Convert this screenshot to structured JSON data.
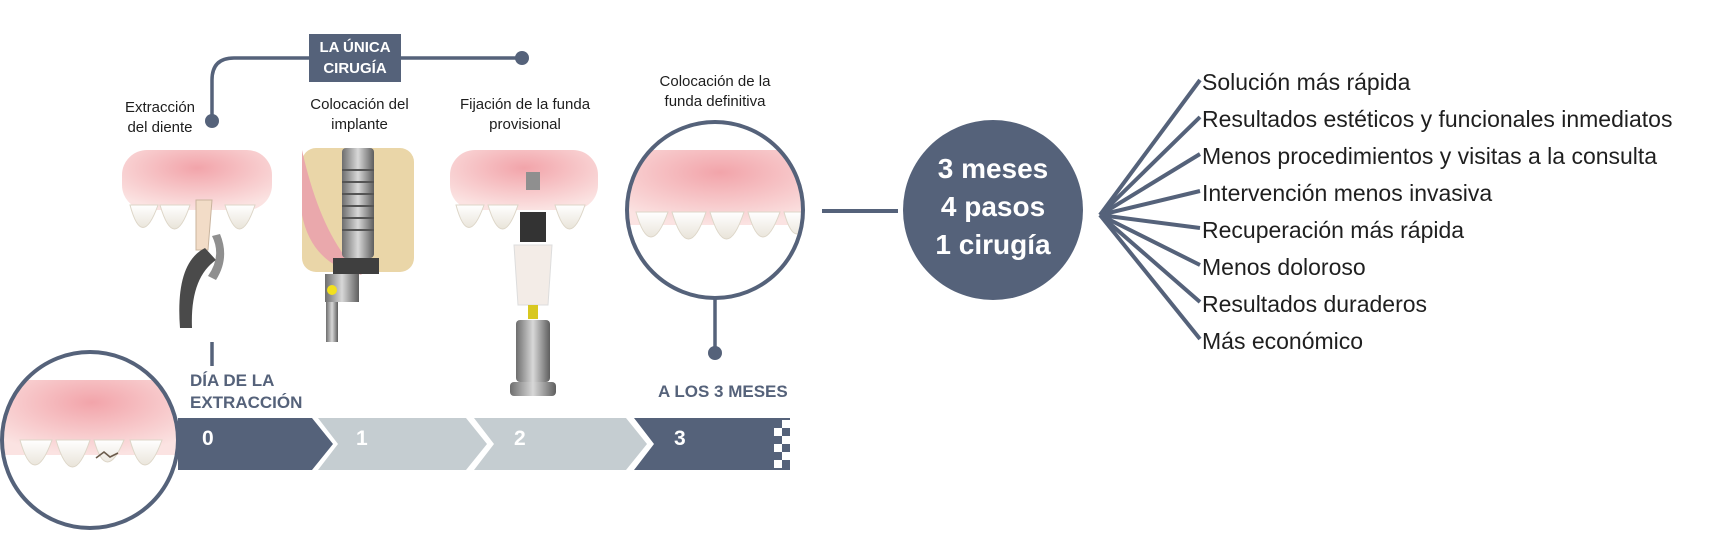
{
  "header": {
    "badge_line1": "LA ÚNICA",
    "badge_line2": "CIRUGÍA"
  },
  "steps": [
    {
      "label_line1": "Extracción",
      "label_line2": "del diente"
    },
    {
      "label_line1": "Colocación del",
      "label_line2": "implante"
    },
    {
      "label_line1": "Fijación de la funda",
      "label_line2": "provisional"
    },
    {
      "label_line1": "Colocación de la",
      "label_line2": "funda definitiva"
    }
  ],
  "timeline": {
    "day0_line1": "DÍA DE LA",
    "day0_line2": "EXTRACCIÓN",
    "month3": "A LOS 3 MESES",
    "numbers": [
      "0",
      "1",
      "2",
      "3"
    ]
  },
  "summary": {
    "line1": "3 meses",
    "line2": "4 pasos",
    "line3": "1 cirugía"
  },
  "benefits": [
    "Solución más rápida",
    "Resultados estéticos y funcionales inmediatos",
    "Menos procedimientos y visitas a la consulta",
    "Intervención menos invasiva",
    "Recuperación más rápida",
    "Menos doloroso",
    "Resultados duraderos",
    "Más económico"
  ],
  "colors": {
    "navy": "#55627a",
    "light_arrow": "#c5cdd1",
    "gum": "#e58a92",
    "tooth": "#f6f3ec"
  }
}
